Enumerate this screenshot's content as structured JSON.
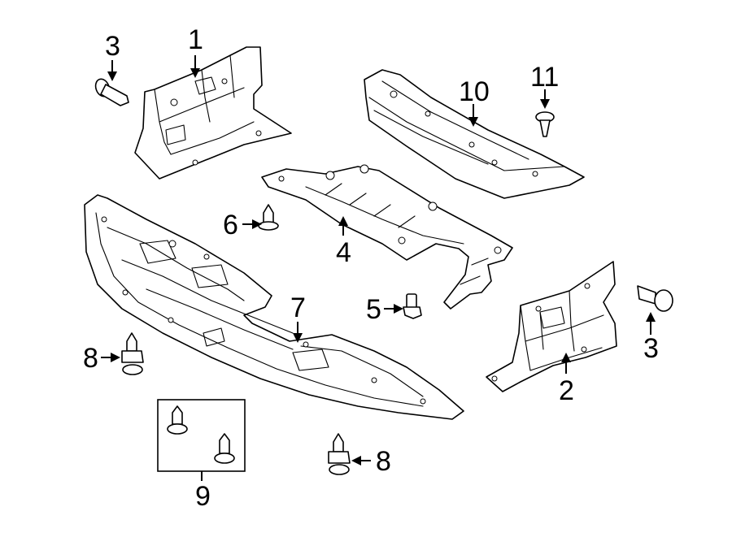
{
  "callouts": {
    "c1": "1",
    "c2": "2",
    "c3a": "3",
    "c3b": "3",
    "c4": "4",
    "c5": "5",
    "c6": "6",
    "c7": "7",
    "c8a": "8",
    "c8b": "8",
    "c9": "9",
    "c10": "10",
    "c11": "11"
  },
  "colors": {
    "line": "#000000",
    "background": "#ffffff"
  }
}
